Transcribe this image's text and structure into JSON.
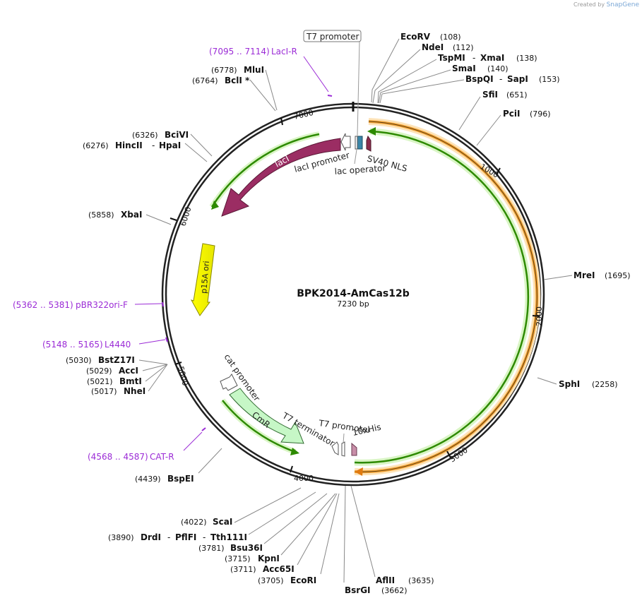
{
  "credit": {
    "prefix": "Created by",
    "brand": "SnapGene"
  },
  "plasmid": {
    "name": "BPK2014-AmCas12b",
    "length": "7230 bp"
  },
  "ticks": [
    "1000",
    "2000",
    "3000",
    "4000",
    "5000",
    "6000",
    "7000"
  ],
  "enzymes": [
    {
      "name": "EcoRV",
      "pos": "(108)"
    },
    {
      "name": "NdeI",
      "pos": "(112)"
    },
    {
      "name": "TspMI",
      "name2": "XmaI",
      "pos": "(138)"
    },
    {
      "name": "SmaI",
      "pos": "(140)"
    },
    {
      "name": "BspQI",
      "name2": "SapI",
      "pos": "(153)"
    },
    {
      "name": "SfiI",
      "pos": "(651)"
    },
    {
      "name": "PciI",
      "pos": "(796)"
    },
    {
      "name": "MreI",
      "pos": "(1695)"
    },
    {
      "name": "SphI",
      "pos": "(2258)"
    },
    {
      "name": "AflII",
      "pos": "(3635)"
    },
    {
      "name": "BsrGI",
      "pos": "(3662)"
    },
    {
      "name": "EcoRI",
      "pos": "(3705)"
    },
    {
      "name": "Acc65I",
      "pos": "(3711)"
    },
    {
      "name": "KpnI",
      "pos": "(3715)"
    },
    {
      "name": "Bsu36I",
      "pos": "(3781)"
    },
    {
      "name": "DrdI",
      "name2": "PflFI",
      "name3": "Tth111I",
      "pos": "(3890)"
    },
    {
      "name": "ScaI",
      "pos": "(4022)"
    },
    {
      "name": "BspEI",
      "pos": "(4439)"
    },
    {
      "name": "NheI",
      "pos": "(5017)"
    },
    {
      "name": "BmtI",
      "pos": "(5021)"
    },
    {
      "name": "AccI",
      "pos": "(5029)"
    },
    {
      "name": "BstZ17I",
      "pos": "(5030)"
    },
    {
      "name": "XbaI",
      "pos": "(5858)"
    },
    {
      "name": "HincII",
      "name2": "HpaI",
      "pos": "(6276)"
    },
    {
      "name": "BciVI",
      "pos": "(6326)"
    },
    {
      "name": "BclI *",
      "pos": "(6764)"
    },
    {
      "name": "MluI",
      "pos": "(6778)"
    }
  ],
  "primers": [
    {
      "range": "(7095 .. 7114)",
      "name": "LacI-R"
    },
    {
      "range": "(5362 .. 5381)",
      "name": "pBR322ori-F"
    },
    {
      "range": "(5148 .. 5165)",
      "name": "L4440"
    },
    {
      "range": "(4568 .. 4587)",
      "name": "CAT-R"
    }
  ],
  "features": {
    "t7_promoter_top": "T7 promoter",
    "sv40_nls": "SV40 NLS",
    "lac_operator": "lac operator",
    "laci_promoter": "lacI promoter",
    "laci": "lacI",
    "p15a_ori": "p15A ori",
    "cat_promoter": "cat promoter",
    "cmr": "CmR",
    "t7_terminator": "T7 terminator",
    "t7_promoter_bottom": "T7 promoter",
    "his_tag": "10xHis"
  },
  "colors": {
    "laci": "#9b2d63",
    "p15a_ori": "#ffff00",
    "cmr": "#c6f7c6",
    "orange_orf": "#f5a623",
    "green_line": "#2a8a00",
    "primer": "#9b2bd6",
    "sv40": "#8c2b4c",
    "lac_operator": "#3a86a8",
    "his": "#c88ea8"
  }
}
